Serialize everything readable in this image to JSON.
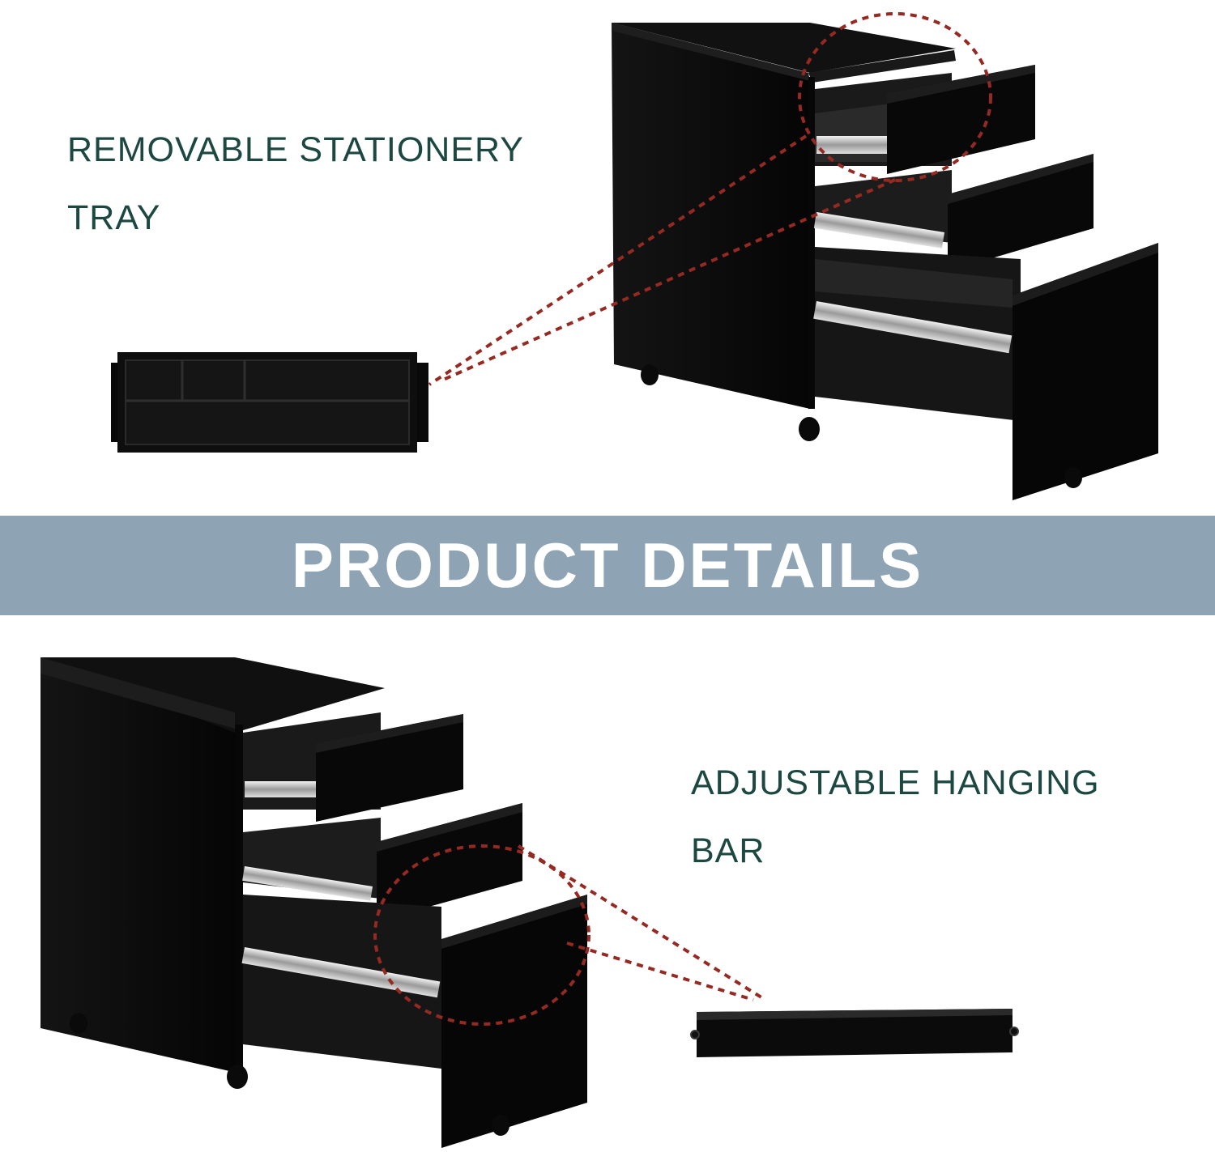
{
  "colors": {
    "caption_text": "#1d4842",
    "banner_bg": "#8ea4b5",
    "banner_text": "#ffffff",
    "callout_dash": "#962a22",
    "cabinet_black": "#0b0b0b"
  },
  "top_feature": {
    "caption_line1": "REMOVABLE STATIONERY",
    "caption_line2": "TRAY",
    "icon": "stationery-tray"
  },
  "banner": {
    "title": "PRODUCT DETAILS"
  },
  "bottom_feature": {
    "caption_line1": "ADJUSTABLE HANGING",
    "caption_line2": "BAR",
    "icon": "hanging-bar"
  }
}
